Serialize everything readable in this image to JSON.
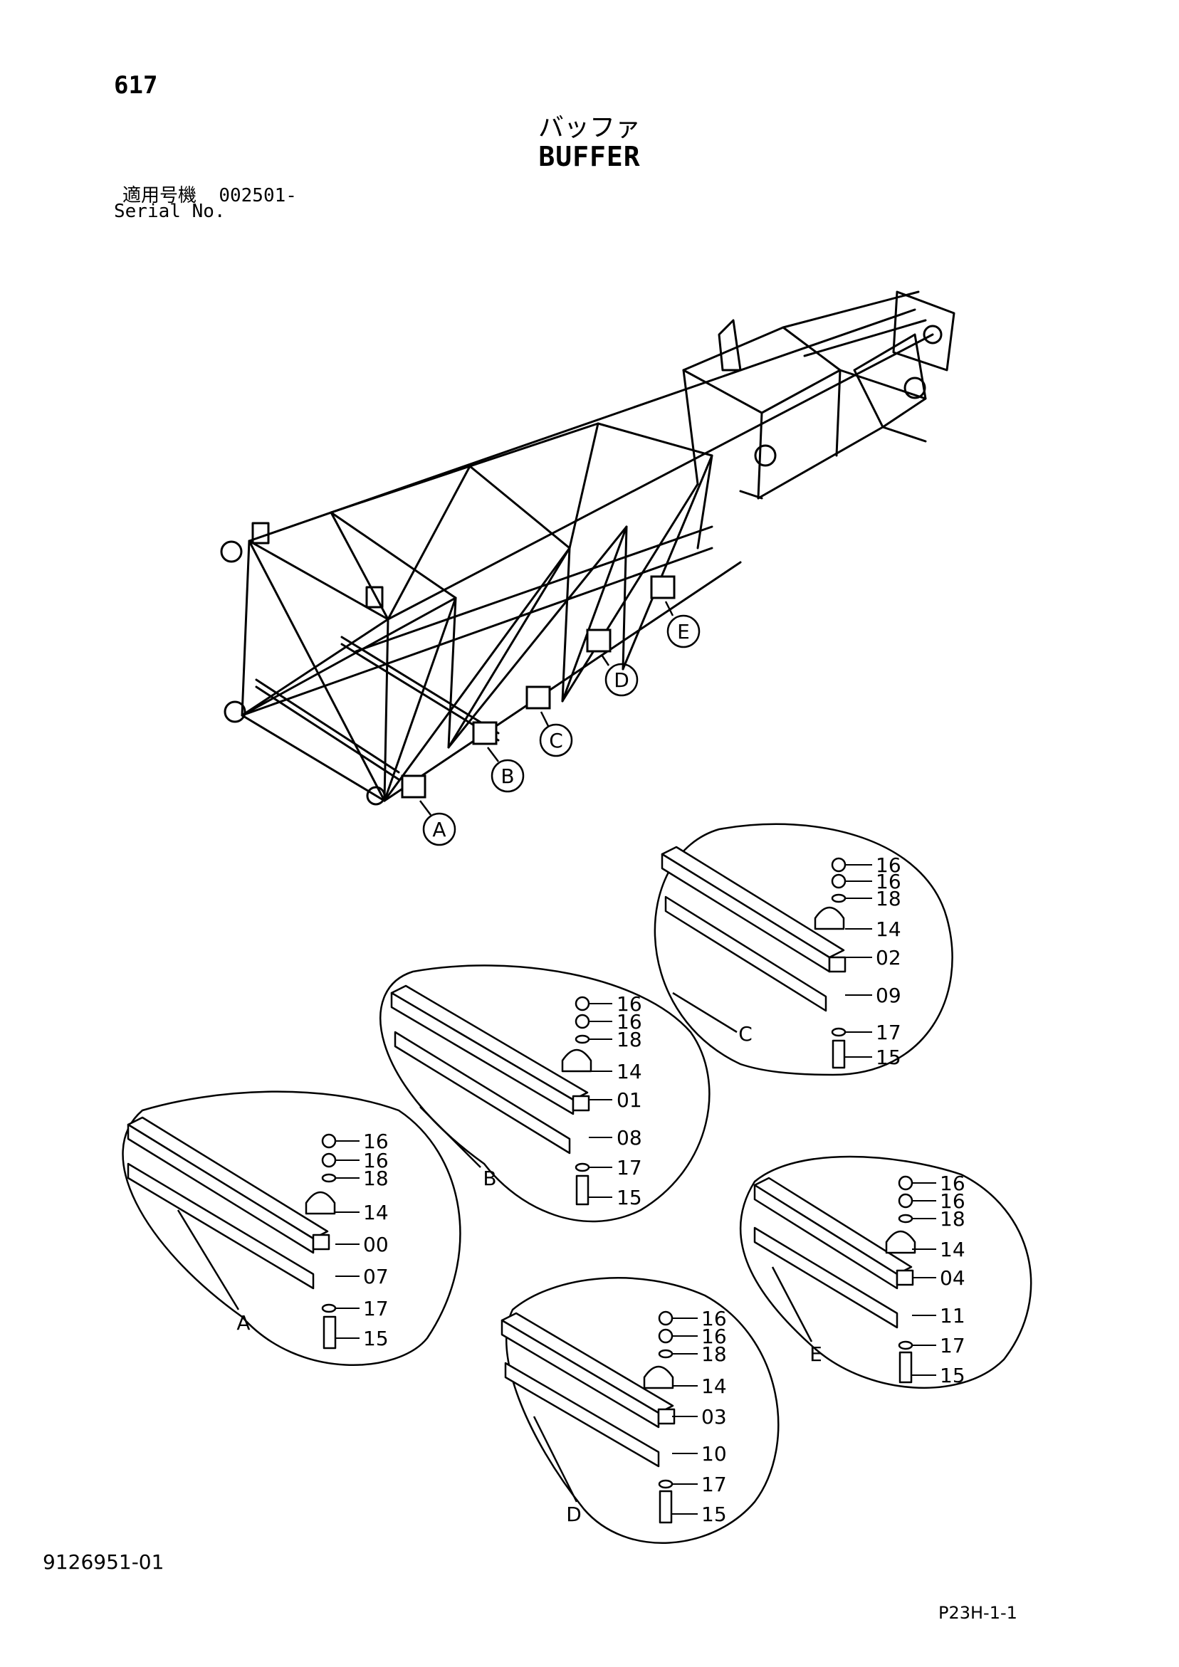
{
  "header": {
    "page_number": "617",
    "title_jp": "バッファ",
    "title_en": "BUFFER",
    "serial_label_jp": "適用号機",
    "serial_value": "002501-",
    "serial_label_en": "Serial No."
  },
  "footer": {
    "doc_number": "9126951-01",
    "page_ref": "P23H-1-1"
  },
  "callouts": [
    "A",
    "B",
    "C",
    "D",
    "E"
  ],
  "details": [
    {
      "id": "A",
      "parts": [
        "16",
        "16",
        "18",
        "14",
        "00",
        "07",
        "17",
        "15"
      ]
    },
    {
      "id": "B",
      "parts": [
        "16",
        "16",
        "18",
        "14",
        "01",
        "08",
        "17",
        "15"
      ]
    },
    {
      "id": "C",
      "parts": [
        "16",
        "16",
        "18",
        "14",
        "02",
        "09",
        "17",
        "15"
      ]
    },
    {
      "id": "D",
      "parts": [
        "16",
        "16",
        "18",
        "14",
        "03",
        "10",
        "17",
        "15"
      ]
    },
    {
      "id": "E",
      "parts": [
        "16",
        "16",
        "18",
        "14",
        "04",
        "11",
        "17",
        "15"
      ]
    }
  ]
}
